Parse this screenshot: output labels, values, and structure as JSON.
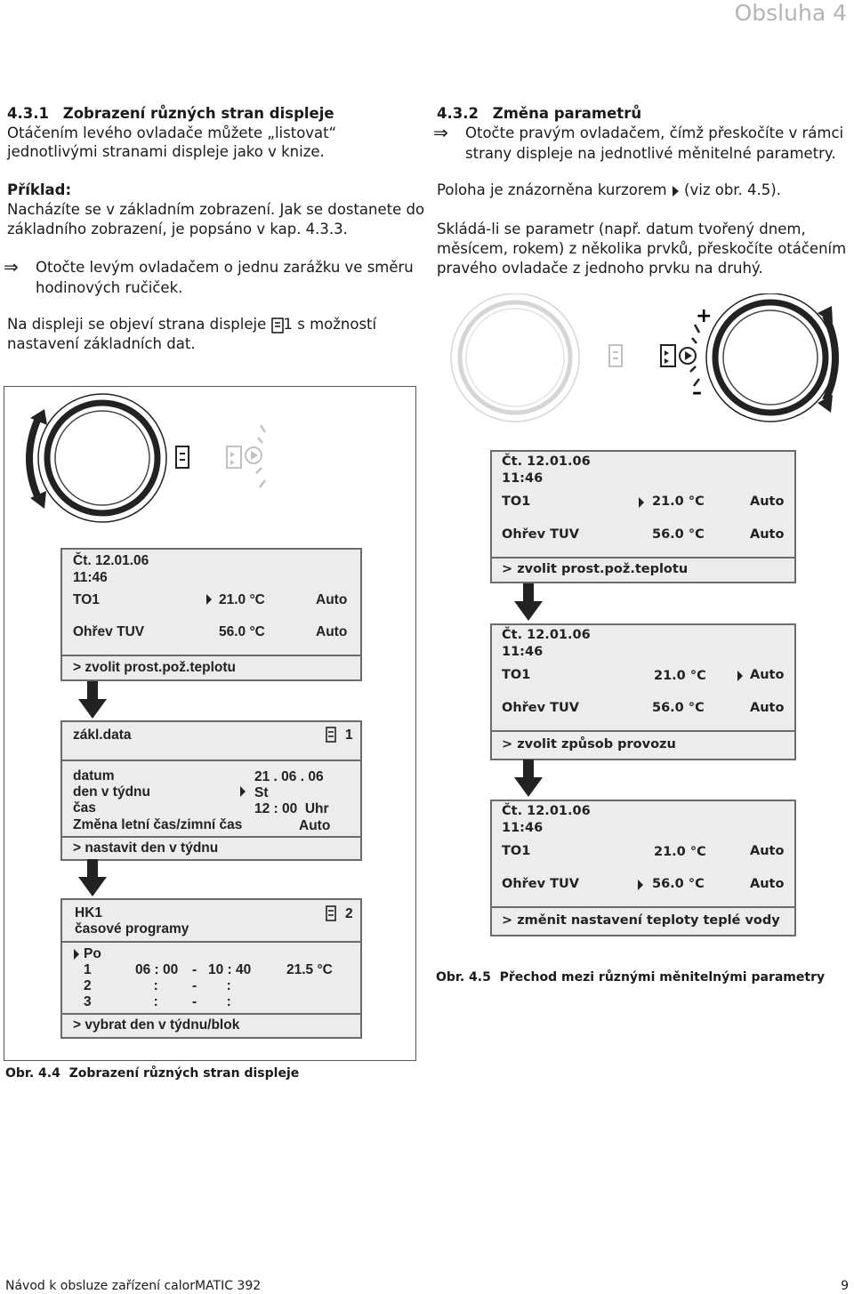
{
  "header": {
    "title": "Obsluha 4"
  },
  "left": {
    "section_num": "4.3.1",
    "section_title": "Zobrazení různých stran displeje",
    "intro_line1": "Otáčením levého ovladače můžete „listovat“",
    "intro_line2": "jednotlivými stranami displeje jako v knize.",
    "example_label": "Příklad:",
    "example_line1": "Nacházíte se v základním zobrazení. Jak se dostanete do",
    "example_line2": "základního zobrazení, je popsáno v kap. 4.3.3.",
    "step_line1": "Otočte levým ovladačem o jednu zarážku ve směru",
    "step_line2": "hodinových ručiček.",
    "result_line1_a": "Na displeji se objeví strana displeje",
    "result_line1_b": "1 s možností",
    "result_line2": "nastavení základních dat."
  },
  "right": {
    "section_num": "4.3.2",
    "section_title": "Změna parametrů",
    "step_line1": "Otočte pravým ovladačem, čímž přeskočíte v rámci",
    "step_line2": "strany displeje na jednotlivé měnitelné parametry.",
    "cursor_line_a": "Poloha je znázorněna kurzorem",
    "cursor_line_b": "(viz obr. 4.5).",
    "compound_line1": "Skládá-li se parametr (např. datum tvořený dnem,",
    "compound_line2": "měsícem, rokem) z několika prvků, přeskočíte otáčením",
    "compound_line3": "pravého ovladače z jednoho prvku na druhý."
  },
  "fig44": {
    "screen1": {
      "date": "Čt. 12.01.06",
      "time": "11:46",
      "r1_label": "TO1",
      "r1_val": "21.0 °C",
      "r1_mode": "Auto",
      "r2_label": "Ohřev TUV",
      "r2_val": "56.0 °C",
      "r2_mode": "Auto",
      "hint": "> zvolit prost.pož.teplotu"
    },
    "screen2": {
      "title": "zákl.data",
      "page": "1",
      "rows": [
        {
          "label": "datum",
          "value": "21 . 06 . 06"
        },
        {
          "label": "den v týdnu",
          "value": "St"
        },
        {
          "label": "čas",
          "value": "12 : 00  Uhr"
        },
        {
          "label": "Změna letní čas/zimní čas",
          "value": "Auto"
        }
      ],
      "hint": "> nastavit den v týdnu"
    },
    "screen3": {
      "title1": "HK1",
      "title2": "časové programy",
      "page": "2",
      "day": "Po",
      "rows": [
        {
          "n": "1",
          "from": "06 : 00",
          "dash": "-",
          "to": "10 : 40",
          "temp": "21.5 °C"
        },
        {
          "n": "2",
          "from": "  :  ",
          "dash": "-",
          "to": "  :  ",
          "temp": ""
        },
        {
          "n": "3",
          "from": "  :  ",
          "dash": "-",
          "to": "  :  ",
          "temp": ""
        }
      ],
      "hint": "> vybrat den v týdnu/blok"
    },
    "caption_num": "Obr. 4.4",
    "caption_text": "Zobrazení různých stran displeje"
  },
  "fig45": {
    "screens": [
      {
        "date": "Čt. 12.01.06",
        "time": "11:46",
        "r1_label": "TO1",
        "r1_val": "21.0 °C",
        "r1_mode": "Auto",
        "r2_label": "Ohřev TUV",
        "r2_val": "56.0 °C",
        "r2_mode": "Auto",
        "hint": "> zvolit prost.pož.teplotu"
      },
      {
        "date": "Čt. 12.01.06",
        "time": "11:46",
        "r1_label": "TO1",
        "r1_val": "21.0 °C",
        "r1_mode": "Auto",
        "r2_label": "Ohřev TUV",
        "r2_val": "56.0 °C",
        "r2_mode": "Auto",
        "hint": "> zvolit způsob provozu"
      },
      {
        "date": "Čt. 12.01.06",
        "time": "11:46",
        "r1_label": "TO1",
        "r1_val": "21.0 °C",
        "r1_mode": "Auto",
        "r2_label": "Ohřev TUV",
        "r2_val": "56.0 °C",
        "r2_mode": "Auto",
        "hint": "> změnit nastavení teploty teplé vody"
      }
    ],
    "knob_plus": "+",
    "knob_minus": "–",
    "caption_num": "Obr. 4.5",
    "caption_text": "Přechod mezi různými měnitelnými parametry"
  },
  "footer": {
    "left": "Návod k obsluze zařízení calorMATIC 392",
    "page": "9"
  }
}
